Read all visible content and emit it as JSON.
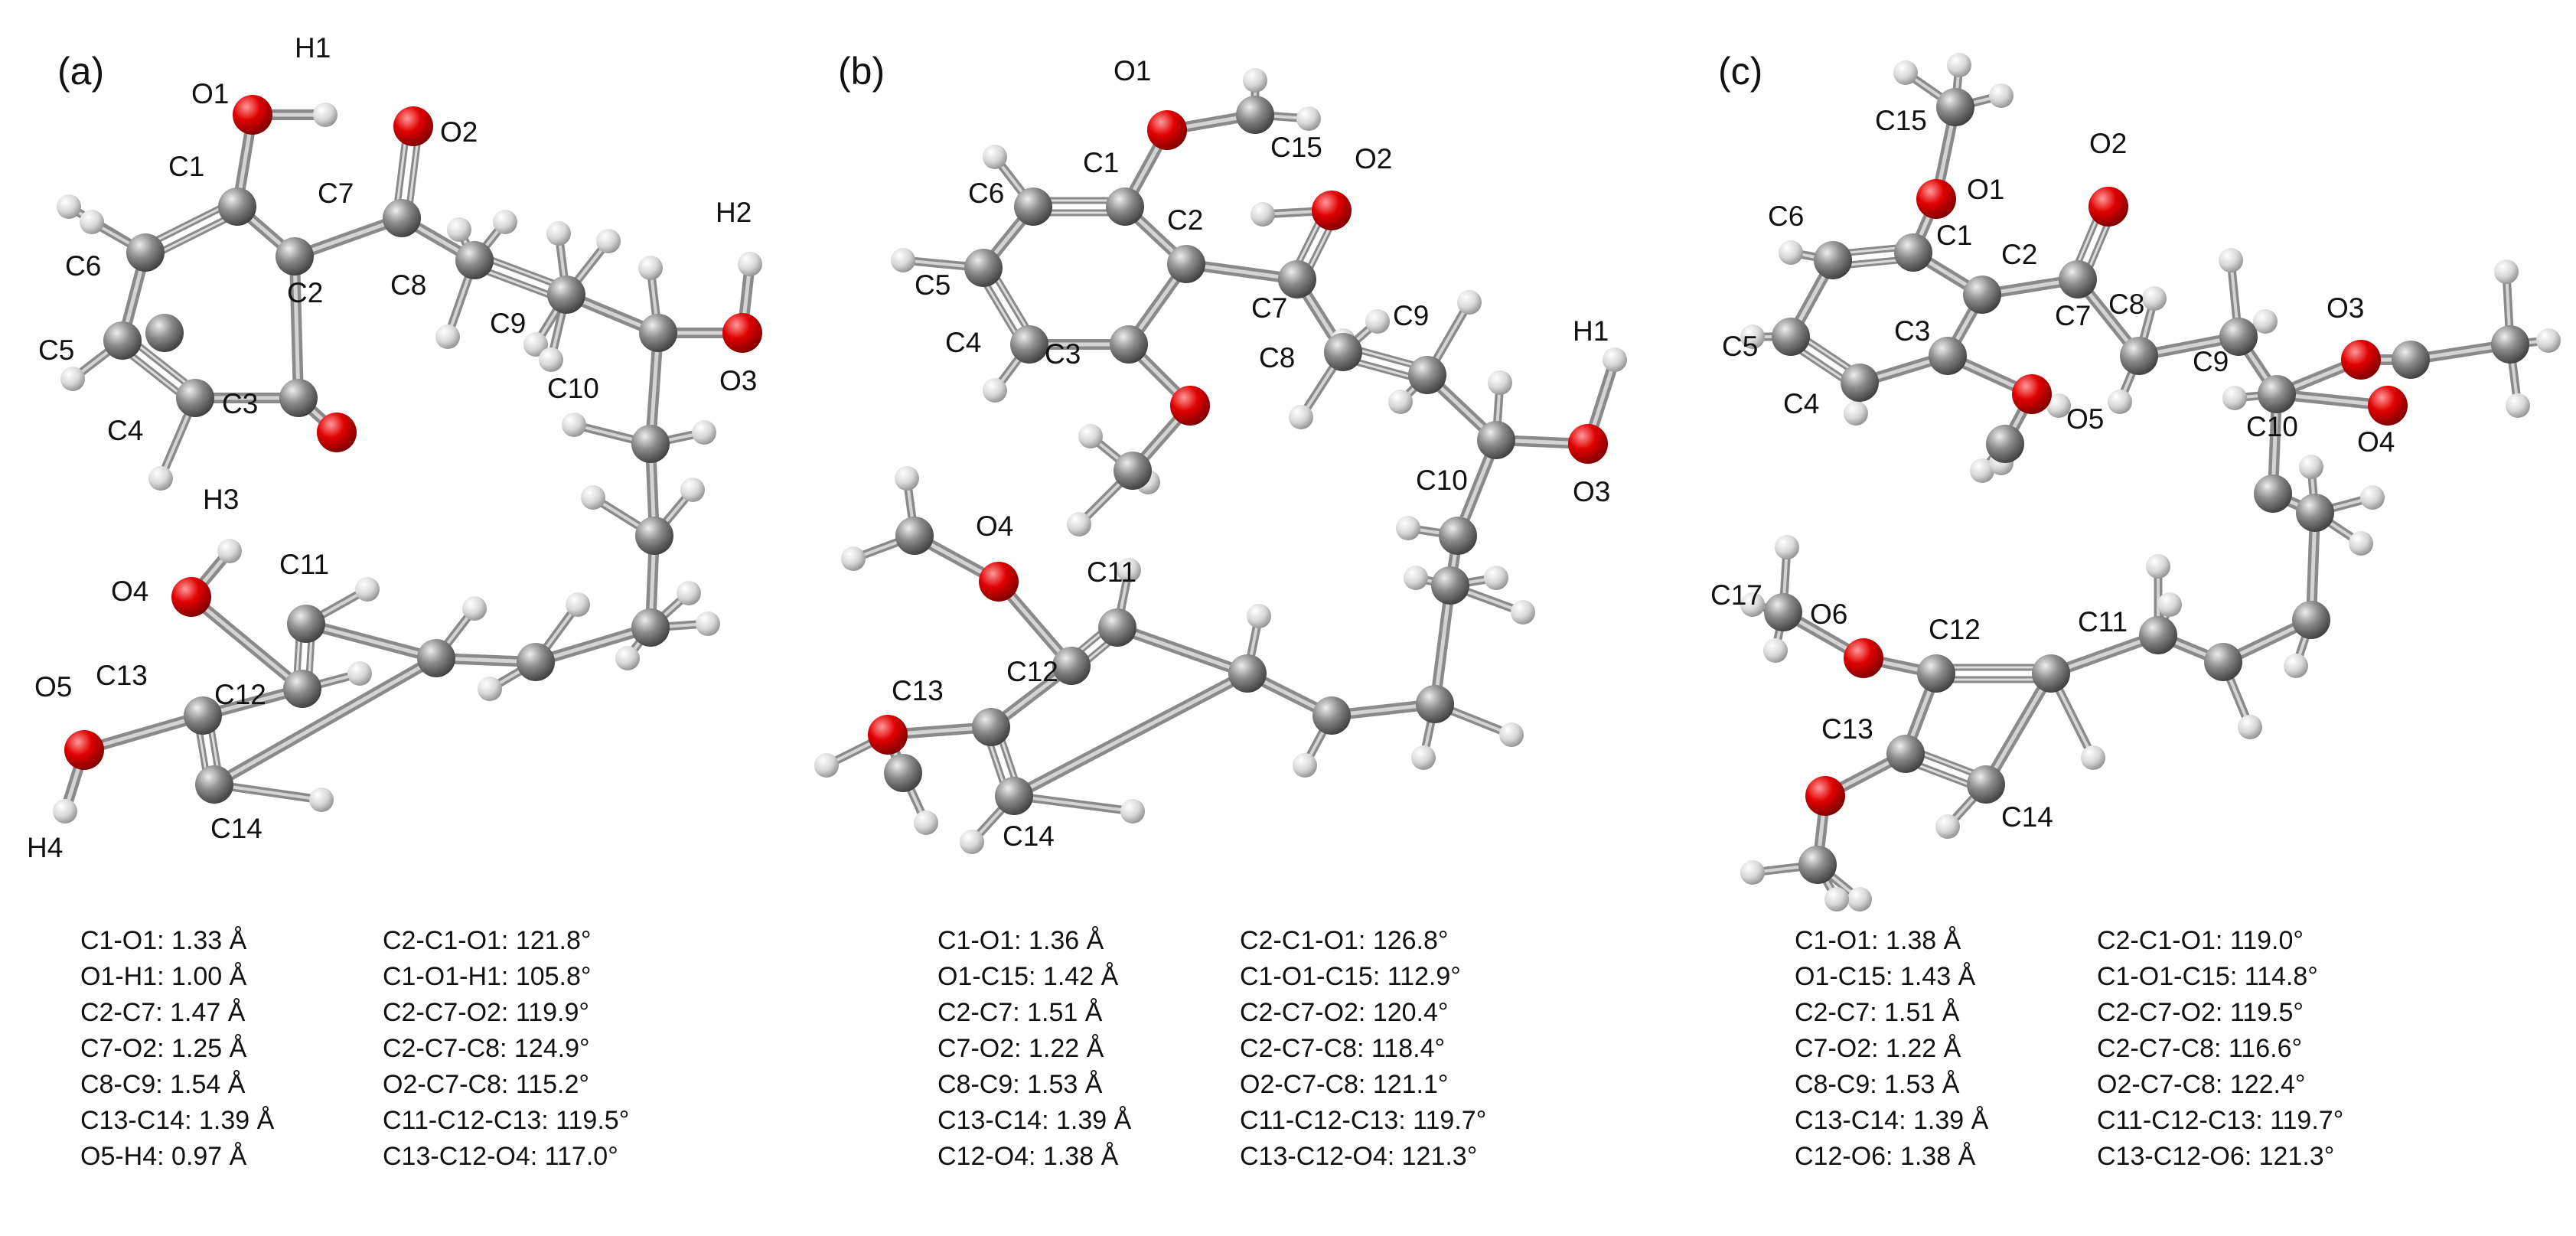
{
  "panels": [
    {
      "tag": "(a)",
      "atoms": [
        {
          "el": "O",
          "label": "O1"
        },
        {
          "el": "H",
          "label": "H1"
        },
        {
          "el": "C",
          "label": "C1"
        },
        {
          "el": "O",
          "label": "O2"
        },
        {
          "el": "C",
          "label": "C7"
        },
        {
          "el": "C",
          "label": "C6"
        },
        {
          "el": "C",
          "label": "C2"
        },
        {
          "el": "C",
          "label": "C8"
        },
        {
          "el": "C",
          "label": "C9"
        },
        {
          "el": "C",
          "label": "C5"
        },
        {
          "el": "C",
          "label": "C10"
        },
        {
          "el": "O",
          "label": "O3"
        },
        {
          "el": "H",
          "label": "H2"
        },
        {
          "el": "C",
          "label": "C4"
        },
        {
          "el": "C",
          "label": "C3"
        },
        {
          "el": "O",
          "label": ""
        },
        {
          "el": "H",
          "label": "H3"
        },
        {
          "el": "O",
          "label": "O4"
        },
        {
          "el": "C",
          "label": "C11"
        },
        {
          "el": "C",
          "label": "C13"
        },
        {
          "el": "C",
          "label": "C12"
        },
        {
          "el": "O",
          "label": "O5"
        },
        {
          "el": "H",
          "label": "H4"
        },
        {
          "el": "C",
          "label": "C14"
        },
        {
          "el": "C",
          "label": ""
        },
        {
          "el": "C",
          "label": ""
        },
        {
          "el": "C",
          "label": ""
        },
        {
          "el": "C",
          "label": ""
        },
        {
          "el": "C",
          "label": ""
        },
        {
          "el": "C",
          "label": ""
        }
      ],
      "bonds_left": [
        "C1-O1: 1.33 Å",
        "O1-H1: 1.00 Å",
        "C2-C7: 1.47 Å",
        "C7-O2: 1.25 Å",
        "C8-C9: 1.54 Å",
        "C13-C14: 1.39 Å",
        "O5-H4: 0.97 Å"
      ],
      "bonds_right": [
        "C2-C1-O1: 121.8°",
        "C1-O1-H1: 105.8°",
        "C2-C7-O2: 119.9°",
        "C2-C7-C8: 124.9°",
        "O2-C7-C8: 115.2°",
        "C11-C12-C13: 119.5°",
        "C13-C12-O4: 117.0°"
      ]
    },
    {
      "tag": "(b)",
      "atoms": [
        {
          "el": "O",
          "label": "O1"
        },
        {
          "el": "C",
          "label": "C15"
        },
        {
          "el": "C",
          "label": "C1"
        },
        {
          "el": "O",
          "label": "O2"
        },
        {
          "el": "C",
          "label": "C6"
        },
        {
          "el": "C",
          "label": "C2"
        },
        {
          "el": "C",
          "label": "C7"
        },
        {
          "el": "C",
          "label": "C5"
        },
        {
          "el": "C",
          "label": "C4"
        },
        {
          "el": "C",
          "label": "C3"
        },
        {
          "el": "C",
          "label": "C8"
        },
        {
          "el": "C",
          "label": "C9"
        },
        {
          "el": "O",
          "label": ""
        },
        {
          "el": "C",
          "label": ""
        },
        {
          "el": "H",
          "label": "H1"
        },
        {
          "el": "C",
          "label": "C10"
        },
        {
          "el": "O",
          "label": "O3"
        },
        {
          "el": "O",
          "label": "O4"
        },
        {
          "el": "C",
          "label": ""
        },
        {
          "el": "C",
          "label": "C11"
        },
        {
          "el": "C",
          "label": "C13"
        },
        {
          "el": "C",
          "label": "C12"
        },
        {
          "el": "O",
          "label": ""
        },
        {
          "el": "C",
          "label": ""
        },
        {
          "el": "C",
          "label": "C14"
        },
        {
          "el": "C",
          "label": ""
        },
        {
          "el": "C",
          "label": ""
        },
        {
          "el": "C",
          "label": ""
        },
        {
          "el": "C",
          "label": ""
        },
        {
          "el": "C",
          "label": ""
        }
      ],
      "bonds_left": [
        "C1-O1: 1.36 Å",
        "O1-C15: 1.42 Å",
        "C2-C7: 1.51 Å",
        "C7-O2: 1.22 Å",
        "C8-C9: 1.53 Å",
        "C13-C14: 1.39 Å",
        "C12-O4: 1.38 Å"
      ],
      "bonds_right": [
        "C2-C1-O1: 126.8°",
        "C1-O1-C15: 112.9°",
        "C2-C7-O2: 120.4°",
        "C2-C7-C8: 118.4°",
        "O2-C7-C8: 121.1°",
        "C11-C12-C13: 119.7°",
        "C13-C12-O4: 121.3°"
      ]
    },
    {
      "tag": "(c)",
      "atoms": [
        {
          "el": "C",
          "label": "C15"
        },
        {
          "el": "O",
          "label": "O1"
        },
        {
          "el": "O",
          "label": "O2"
        },
        {
          "el": "C",
          "label": "C6"
        },
        {
          "el": "C",
          "label": "C1"
        },
        {
          "el": "C",
          "label": "C2"
        },
        {
          "el": "C",
          "label": "C7"
        },
        {
          "el": "C",
          "label": "C8"
        },
        {
          "el": "C",
          "label": "C5"
        },
        {
          "el": "C",
          "label": "C3"
        },
        {
          "el": "C",
          "label": "C4"
        },
        {
          "el": "O",
          "label": "O5"
        },
        {
          "el": "C",
          "label": ""
        },
        {
          "el": "C",
          "label": "C9"
        },
        {
          "el": "O",
          "label": "O3"
        },
        {
          "el": "C",
          "label": "C10"
        },
        {
          "el": "O",
          "label": "O4"
        },
        {
          "el": "C",
          "label": ""
        },
        {
          "el": "C",
          "label": ""
        },
        {
          "el": "C",
          "label": "C17"
        },
        {
          "el": "O",
          "label": "O6"
        },
        {
          "el": "C",
          "label": "C12"
        },
        {
          "el": "C",
          "label": "C11"
        },
        {
          "el": "C",
          "label": "C13"
        },
        {
          "el": "C",
          "label": "C14"
        },
        {
          "el": "O",
          "label": ""
        },
        {
          "el": "C",
          "label": ""
        },
        {
          "el": "C",
          "label": ""
        },
        {
          "el": "C",
          "label": ""
        },
        {
          "el": "C",
          "label": ""
        },
        {
          "el": "C",
          "label": ""
        },
        {
          "el": "C",
          "label": ""
        }
      ],
      "bonds_left": [
        "C1-O1: 1.38 Å",
        "O1-C15: 1.43 Å",
        "C2-C7: 1.51 Å",
        "C7-O2: 1.22 Å",
        "C8-C9: 1.53 Å",
        "C13-C14: 1.39 Å",
        "C12-O6: 1.38 Å"
      ],
      "bonds_right": [
        "C2-C1-O1: 119.0°",
        "C1-O1-C15: 114.8°",
        "C2-C7-O2: 119.5°",
        "C2-C7-C8: 116.6°",
        "O2-C7-C8: 122.4°",
        "C11-C12-C13: 119.7°",
        "C13-C12-O6: 121.3°"
      ]
    }
  ],
  "colors": {
    "oxygen": "#dd0000",
    "carbon": "#7a7a7a",
    "hydrogen": "#d8d8d8",
    "bond": "#8a8a8a"
  }
}
